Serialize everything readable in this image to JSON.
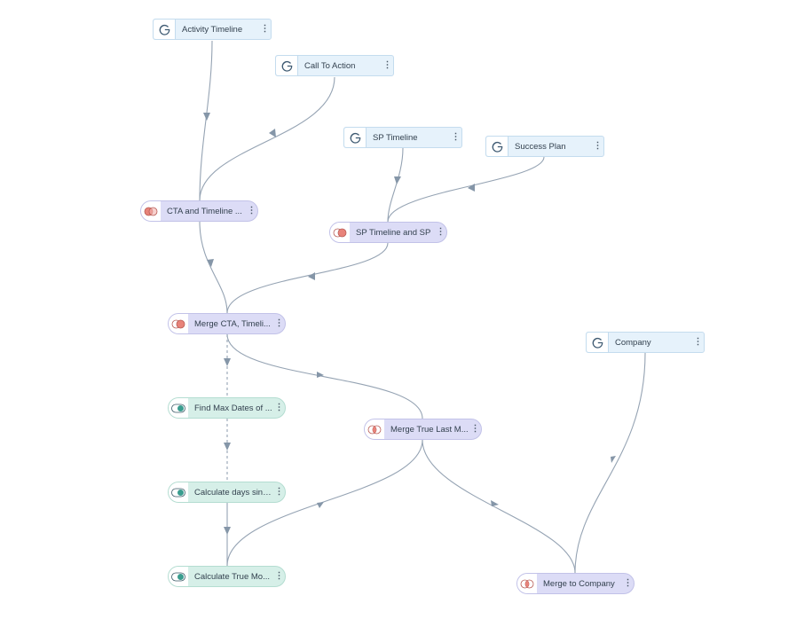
{
  "nodes": {
    "activity_timeline": {
      "label": "Activity Timeline",
      "type": "source"
    },
    "call_to_action": {
      "label": "Call To Action",
      "type": "source"
    },
    "sp_timeline": {
      "label": "SP Timeline",
      "type": "source"
    },
    "success_plan": {
      "label": "Success Plan",
      "type": "source"
    },
    "company": {
      "label": "Company",
      "type": "source"
    },
    "cta_and_timeline": {
      "label": "CTA and Timeline ...",
      "type": "merge"
    },
    "sp_timeline_and_sp": {
      "label": "SP Timeline and SP",
      "type": "merge"
    },
    "merge_cta_timeline": {
      "label": "Merge CTA, Timeli...",
      "type": "merge"
    },
    "merge_true_last": {
      "label": "Merge True Last M...",
      "type": "merge"
    },
    "merge_to_company": {
      "label": "Merge to Company",
      "type": "merge"
    },
    "find_max_dates": {
      "label": "Find Max Dates of ...",
      "type": "transform"
    },
    "calculate_days": {
      "label": "Calculate days sinc...",
      "type": "transform"
    },
    "calculate_true": {
      "label": "Calculate True Mo...",
      "type": "transform"
    }
  },
  "icons": {
    "source": "gainsight-g-icon",
    "merge": "merge-venn-icon",
    "transform": "transform-toggle-icon",
    "menu": "kebab-menu-icon"
  },
  "colors": {
    "source_bg": "#e6f2fb",
    "merge_bg": "#dcdcf6",
    "transform_bg": "#d6efe8",
    "edge": "#95a3b3",
    "merge_circle": "#e8837a",
    "transform_circle": "#3a9d8f"
  }
}
